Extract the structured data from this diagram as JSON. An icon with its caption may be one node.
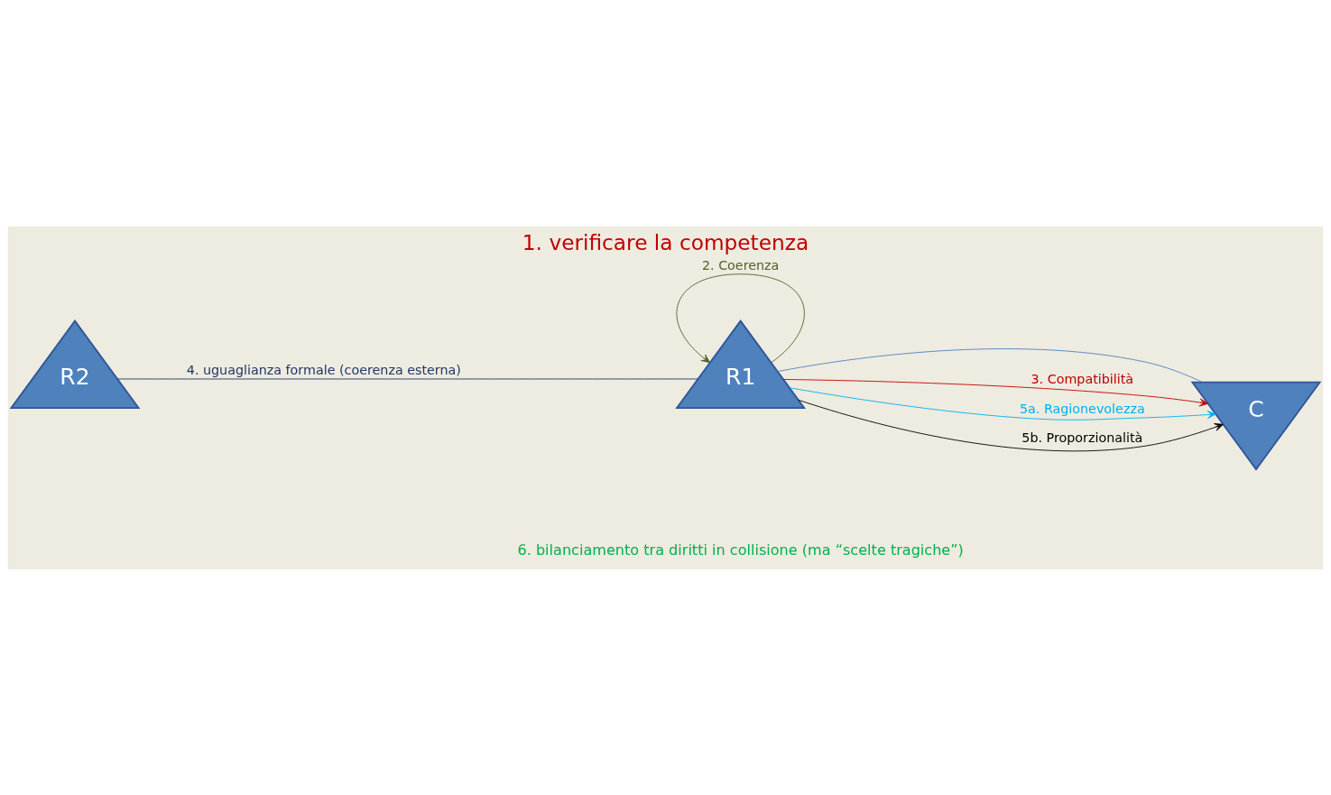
{
  "diagram": {
    "title": "1. verificare la competenza",
    "nodes": [
      {
        "text": [
          "C"
        ]
      },
      {
        "text": [
          "R1"
        ]
      },
      {
        "text": [
          "R2"
        ]
      }
    ],
    "edges": [
      {
        "from": 1,
        "to": 0,
        "arrow": "to",
        "label": "3. Compatibilità",
        "color": "#c00000"
      },
      {
        "from": 1,
        "to": 1,
        "arrow": "to",
        "label": "2. Coerenza",
        "color": "#4f6228"
      },
      {
        "from": 1,
        "to": 0,
        "arrow": "to",
        "label": "5a. Ragionevolezza",
        "color": "#00b0f0"
      },
      {
        "from": 0,
        "to": 1,
        "arrow": "none",
        "color": "#4f81bd"
      },
      {
        "from": 1,
        "to": 0,
        "arrow": "to",
        "label": "5b. Proporzionalità",
        "color": "#000000"
      },
      {
        "from": 1,
        "to": 2,
        "arrow": "none",
        "label": "4. uguaglianza formale (coerenza esterna)",
        "color": "#1f3864"
      }
    ],
    "labels": [
      "6. bilanciamento tra diritti in collisione (ma “scelte tragiche”)"
    ]
  }
}
